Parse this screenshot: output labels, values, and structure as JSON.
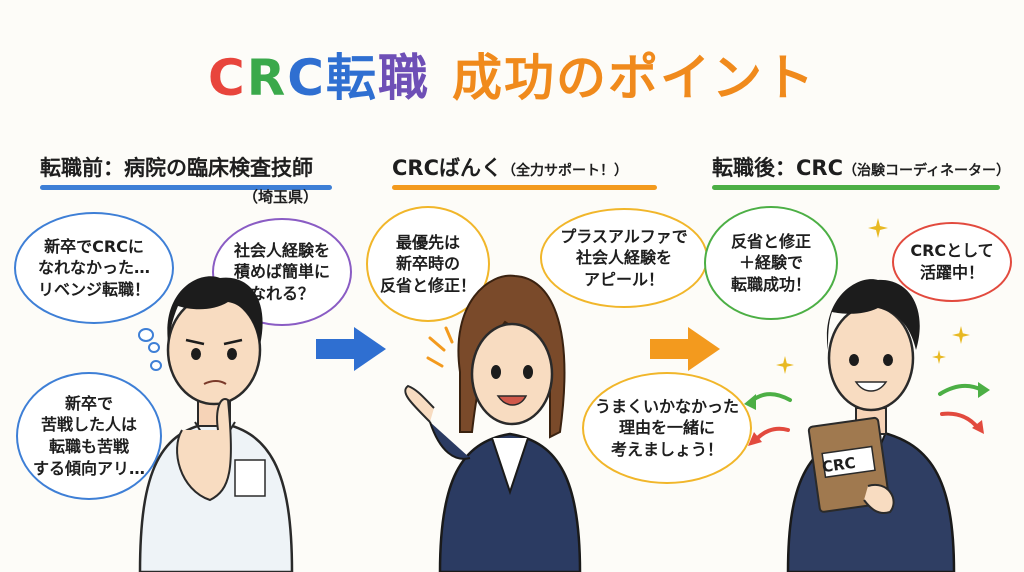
{
  "title": {
    "c": "C",
    "r": "R",
    "c2": "C",
    "tenshoku_a": "転",
    "tenshoku_b": "職",
    "rest": "成功のポイント"
  },
  "sections": {
    "before": {
      "header": "転職前：病院の臨床検査技師",
      "sub": "（埼玉県）",
      "bubbles": [
        "新卒でCRCに\nなれなかった…\nリベンジ転職！",
        "社会人経験を\n積めば簡単に\nなれる？",
        "新卒で\n苦戦した人は\n転職も苦戦\nする傾向アリ…"
      ]
    },
    "middle": {
      "header": "CRCばんく",
      "sub": "（全力サポート！）",
      "bubbles": [
        "最優先は\n新卒時の\n反省と修正！",
        "プラスアルファで\n社会人経験を\nアピール！",
        "うまくいかなかった\n理由を一緒に\n考えましょう！"
      ]
    },
    "after": {
      "header": "転職後：CRC",
      "sub": "（治験コーディネーター）",
      "bubbles": [
        "反省と修正\n＋経験で\n転職成功！",
        "CRCとして\n活躍中！"
      ],
      "folder_label": "CRC"
    }
  },
  "colors": {
    "blue": "#3e7fd6",
    "orange": "#f39a1e",
    "green": "#4caf45",
    "red": "#e24a3e",
    "purple": "#8a5cc4"
  },
  "icons": [
    "arrow-right-icon",
    "sparkle-icon",
    "curved-arrow-icon"
  ]
}
